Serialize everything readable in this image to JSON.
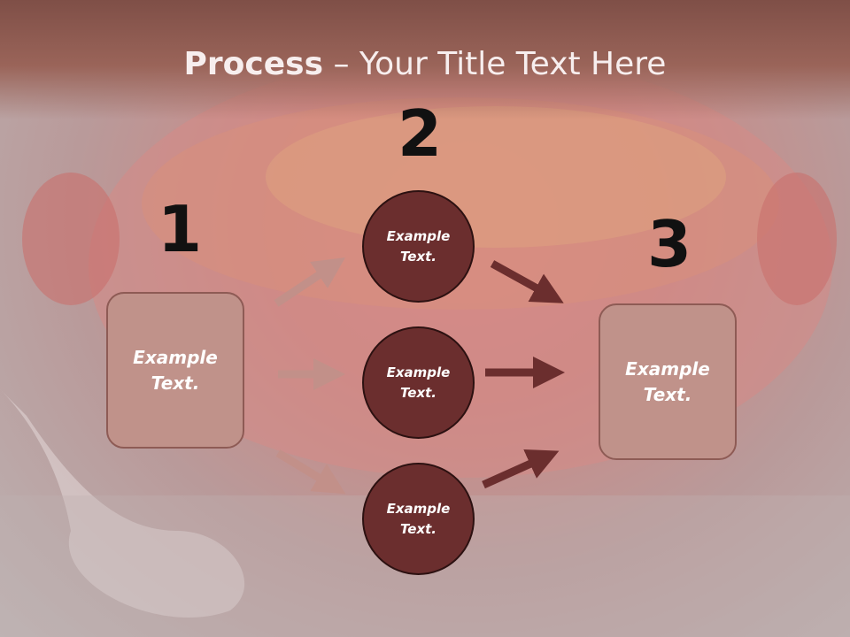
{
  "title": {
    "bold": "Process",
    "rest": " – Your Title Text Here"
  },
  "numbers": [
    "1",
    "2",
    "3"
  ],
  "left_box": {
    "line1": "Example",
    "line2": "Text."
  },
  "right_box": {
    "line1": "Example",
    "line2": "Text."
  },
  "circles": [
    {
      "line1": "Example",
      "line2": "Text."
    },
    {
      "line1": "Example",
      "line2": "Text."
    },
    {
      "line1": "Example",
      "line2": "Text."
    }
  ],
  "colors": {
    "circle_fill": "#6b2e2e",
    "box_fill": "#c0928a",
    "light_arrow": "#c29089",
    "dark_arrow": "#6b2e2e"
  }
}
